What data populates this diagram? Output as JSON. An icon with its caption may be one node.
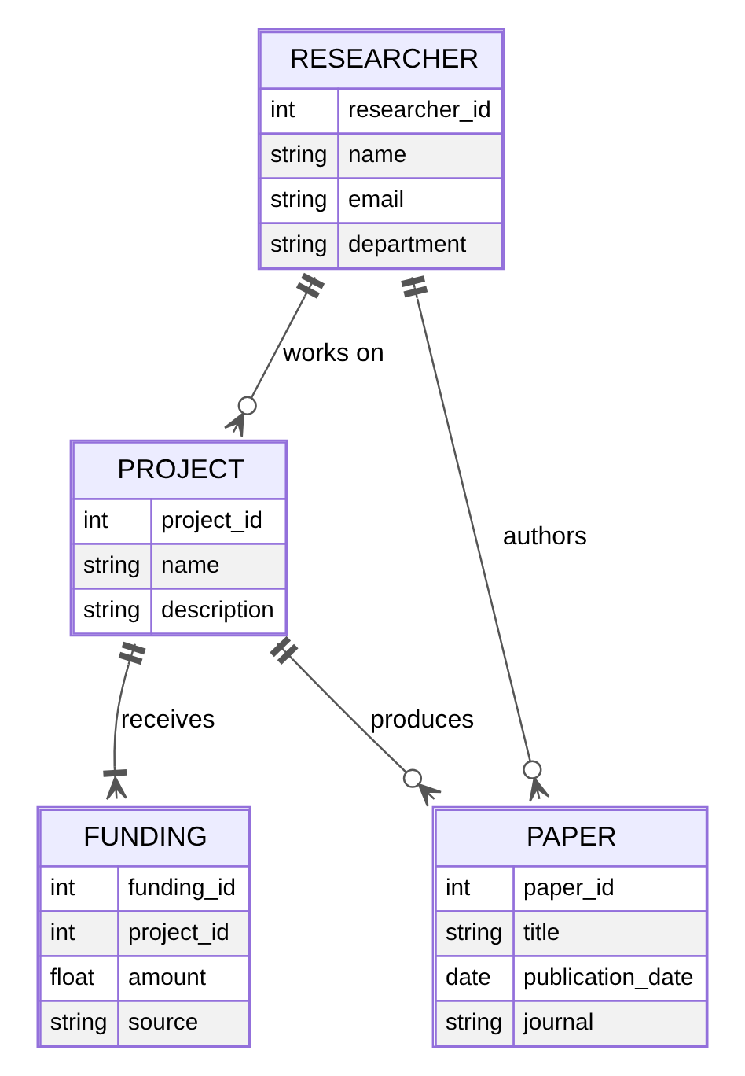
{
  "diagram": {
    "nodes": [
      {
        "text": [
          "RESEARCHER",
          "int",
          "researcher_id",
          "string",
          "name",
          "string",
          "email",
          "string",
          "department"
        ]
      },
      {
        "text": [
          "PROJECT",
          "int",
          "project_id",
          "string",
          "name",
          "string",
          "description"
        ]
      },
      {
        "text": [
          "PAPER",
          "int",
          "paper_id",
          "string",
          "title",
          "date",
          "publication_date",
          "string",
          "journal"
        ]
      },
      {
        "text": [
          "FUNDING",
          "int",
          "funding_id",
          "int",
          "project_id",
          "float",
          "amount",
          "string",
          "source"
        ]
      }
    ],
    "edges": [
      {
        "from": 0,
        "to": 2,
        "arrow": "other",
        "label": "authors"
      },
      {
        "from": 0,
        "to": 1,
        "arrow": "other",
        "label": "works on"
      },
      {
        "from": 1,
        "to": 2,
        "arrow": "other",
        "label": "produces"
      },
      {
        "from": 1,
        "to": 3,
        "arrow": "other",
        "label": "receives"
      }
    ]
  }
}
